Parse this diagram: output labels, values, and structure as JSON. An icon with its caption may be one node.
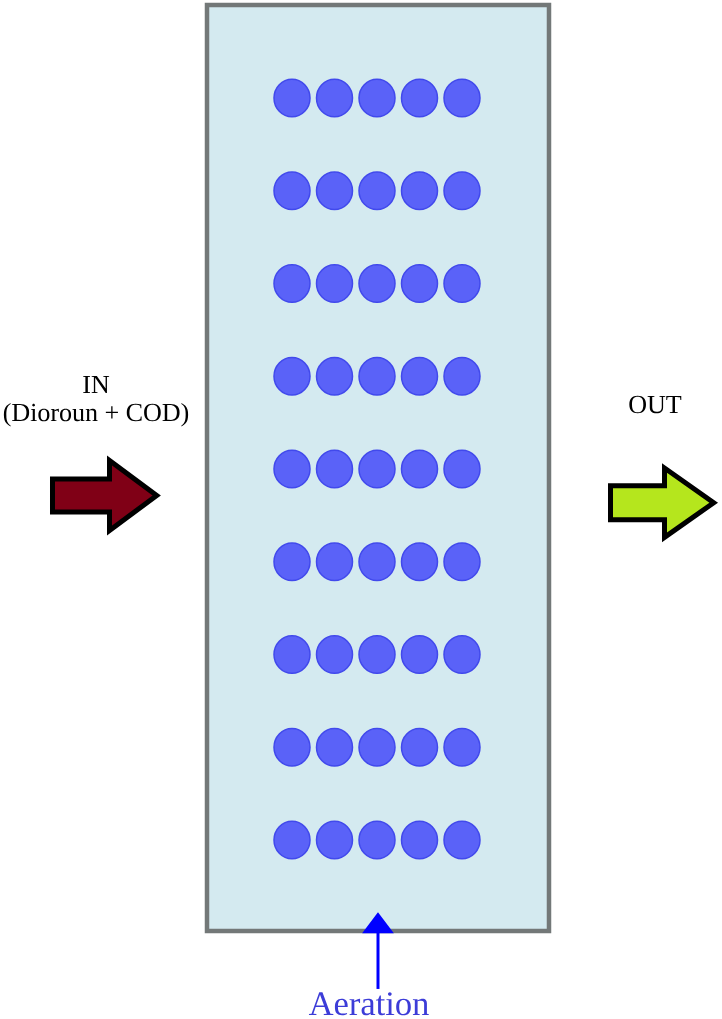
{
  "diagram": {
    "nodes": [
      {
        "text": [],
        "shape": "box"
      },
      {
        "text": [
          "Aeration"
        ]
      }
    ],
    "edges": [
      {
        "from": 1,
        "to": 0,
        "arrow": "to",
        "color": "#0000ff"
      }
    ],
    "labels": [
      "IN (Dioroun + COD)",
      "OUT"
    ]
  }
}
